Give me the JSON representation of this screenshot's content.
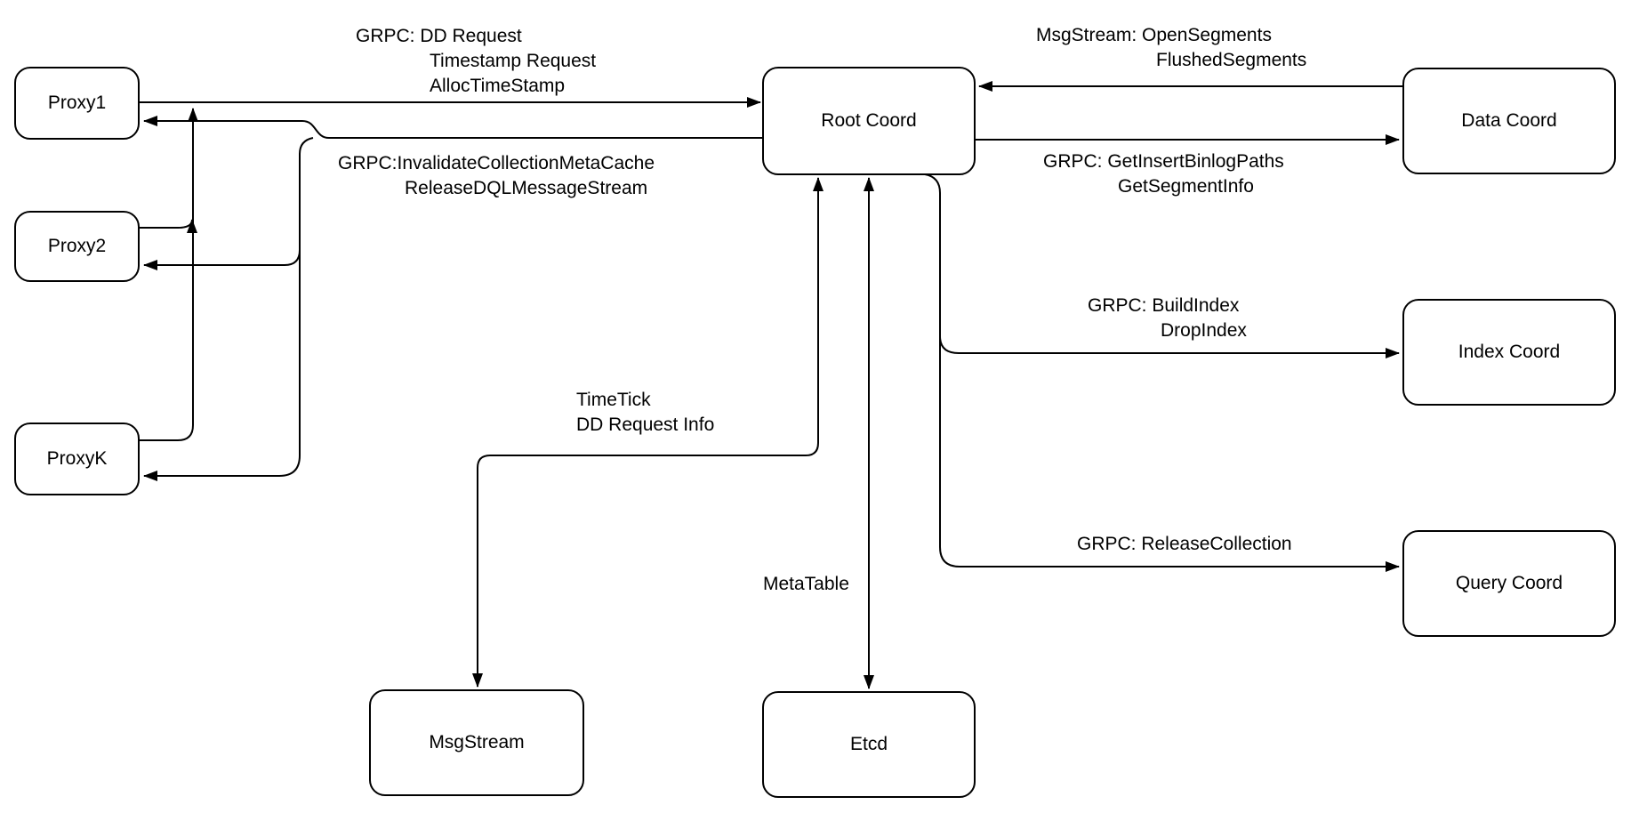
{
  "diagram": {
    "title": "Root Coord architecture diagram",
    "colors": {
      "stroke": "#000000",
      "node_fill": "#ffffff",
      "background": "#ffffff",
      "text": "#000000"
    },
    "nodes": {
      "proxy1": {
        "label": "Proxy1"
      },
      "proxy2": {
        "label": "Proxy2"
      },
      "proxyk": {
        "label": "ProxyK"
      },
      "rootcoord": {
        "label": "Root Coord"
      },
      "datacoord": {
        "label": "Data Coord"
      },
      "indexcoord": {
        "label": "Index Coord"
      },
      "querycoord": {
        "label": "Query Coord"
      },
      "msgstream": {
        "label": "MsgStream"
      },
      "etcd": {
        "label": "Etcd"
      }
    },
    "edge_labels": {
      "grpc_dd": {
        "lines": [
          "GRPC: DD Request",
          "Timestamp Request",
          "AllocTimeStamp"
        ]
      },
      "invalidate": {
        "lines": [
          "GRPC:InvalidateCollectionMetaCache",
          "ReleaseDQLMessageStream"
        ]
      },
      "msgstream_open": {
        "lines": [
          "MsgStream: OpenSegments",
          "FlushedSegments"
        ]
      },
      "getinsert": {
        "lines": [
          "GRPC: GetInsertBinlogPaths",
          "GetSegmentInfo"
        ]
      },
      "timetick": {
        "lines": [
          "TimeTick",
          "DD Request Info"
        ]
      },
      "buildindex": {
        "lines": [
          "GRPC: BuildIndex",
          "DropIndex"
        ]
      },
      "release": {
        "lines": [
          "GRPC: ReleaseCollection"
        ]
      },
      "metatable": {
        "lines": [
          "MetaTable"
        ]
      }
    },
    "edges": [
      {
        "from": "Proxy1",
        "to": "Root Coord",
        "label_ref": "grpc_dd",
        "direction": "->"
      },
      {
        "from": "Proxy2",
        "to": "Root Coord",
        "label_ref": "grpc_dd",
        "direction": "->",
        "note": "merges into Proxy1 line"
      },
      {
        "from": "ProxyK",
        "to": "Root Coord",
        "label_ref": "grpc_dd",
        "direction": "->",
        "note": "merges into Proxy1 line"
      },
      {
        "from": "Root Coord",
        "to": "Proxy1",
        "label_ref": "invalidate",
        "direction": "->"
      },
      {
        "from": "Root Coord",
        "to": "Proxy2",
        "label_ref": "invalidate",
        "direction": "->"
      },
      {
        "from": "Root Coord",
        "to": "ProxyK",
        "label_ref": "invalidate",
        "direction": "->"
      },
      {
        "from": "Data Coord",
        "to": "Root Coord",
        "label_ref": "msgstream_open",
        "direction": "->"
      },
      {
        "from": "Root Coord",
        "to": "Data Coord",
        "label_ref": "getinsert",
        "direction": "->"
      },
      {
        "from": "Root Coord",
        "to": "Index Coord",
        "label_ref": "buildindex",
        "direction": "->"
      },
      {
        "from": "Root Coord",
        "to": "Query Coord",
        "label_ref": "release",
        "direction": "->"
      },
      {
        "from": "Root Coord",
        "to": "MsgStream",
        "label_ref": "timetick",
        "direction": "<->"
      },
      {
        "from": "Root Coord",
        "to": "Etcd",
        "label_ref": "metatable",
        "direction": "<->"
      }
    ]
  }
}
